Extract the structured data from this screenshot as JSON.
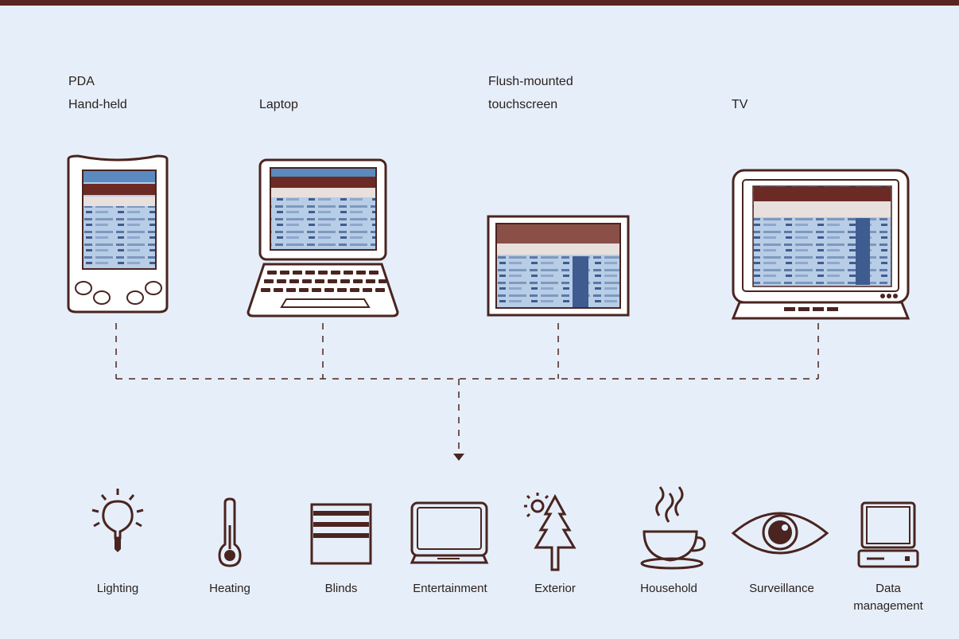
{
  "devices": [
    {
      "id": "pda",
      "lines": [
        "PDA",
        "Hand-held"
      ]
    },
    {
      "id": "laptop",
      "lines": [
        "Laptop"
      ]
    },
    {
      "id": "touchscreen",
      "lines": [
        "Flush-mounted",
        "touchscreen"
      ]
    },
    {
      "id": "tv",
      "lines": [
        "TV"
      ]
    }
  ],
  "controls": [
    {
      "id": "lighting",
      "icon": "lightbulb-icon",
      "lines": [
        "Lighting"
      ]
    },
    {
      "id": "heating",
      "icon": "thermometer-icon",
      "lines": [
        "Heating"
      ]
    },
    {
      "id": "blinds",
      "icon": "blinds-icon",
      "lines": [
        "Blinds"
      ]
    },
    {
      "id": "entertainment",
      "icon": "tv-icon",
      "lines": [
        "Entertainment"
      ]
    },
    {
      "id": "exterior",
      "icon": "tree-sun-icon",
      "lines": [
        "Exterior"
      ]
    },
    {
      "id": "household",
      "icon": "coffee-cup-icon",
      "lines": [
        "Household"
      ]
    },
    {
      "id": "surveillance",
      "icon": "eye-icon",
      "lines": [
        "Surveillance"
      ]
    },
    {
      "id": "data-management",
      "icon": "computer-icon",
      "lines": [
        "Data",
        "management"
      ]
    }
  ],
  "colors": {
    "background": "#e6eff9",
    "accent": "#4a2420",
    "screen": "#b8cde6"
  }
}
